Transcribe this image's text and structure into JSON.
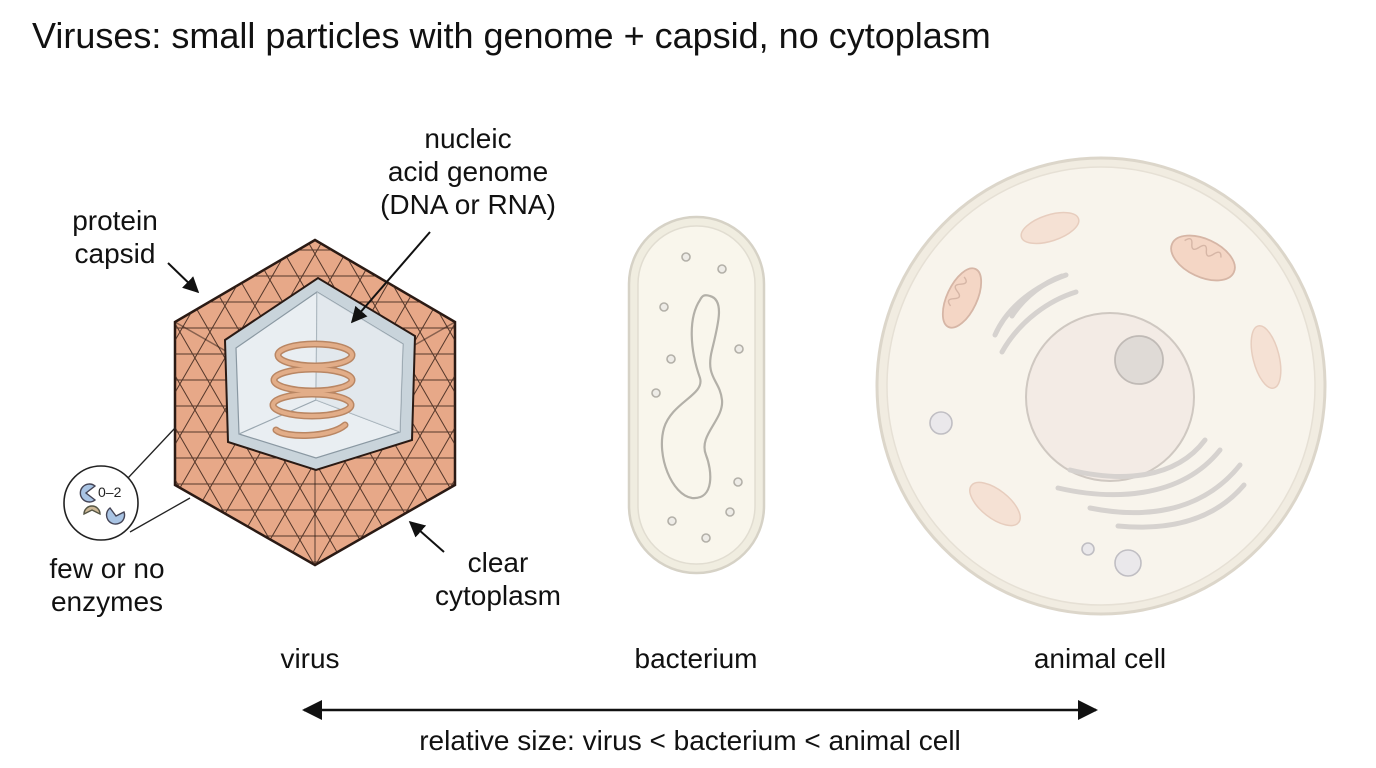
{
  "title": "Viruses: small particles with genome + capsid, no cytoplasm",
  "virus": {
    "label": "virus",
    "callouts": {
      "capsid": "protein\ncapsid",
      "genome": "nucleic\nacid genome\n(DNA or RNA)",
      "enzymes": "few or no\nenzymes",
      "cytoplasm": "clear\ncytoplasm"
    },
    "enzyme_count": "0–2"
  },
  "bacterium": {
    "label": "bacterium"
  },
  "animal_cell": {
    "label": "animal cell"
  },
  "size_axis": {
    "caption": "relative size: virus < bacterium < animal cell"
  },
  "colors": {
    "capsid_fill": "#e7a888",
    "capsid_stroke": "#2a1a14",
    "interior": "#e9eef2",
    "genome": "#d8a27f",
    "bacterium_fill": "#f6f2e2",
    "cell_fill": "#f6f1e6",
    "enzyme_blue": "#a9c4e4",
    "enzyme_tan": "#cdb896"
  }
}
